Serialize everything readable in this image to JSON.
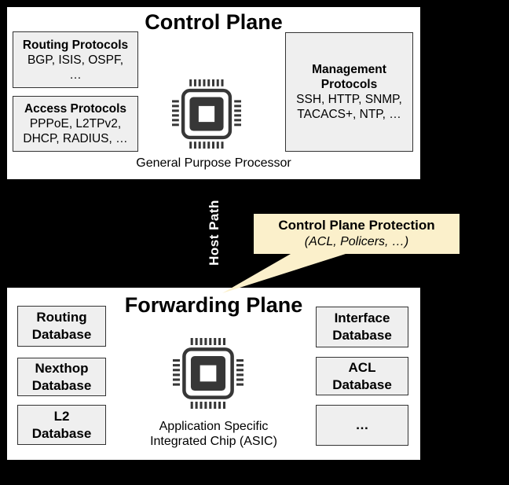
{
  "colors": {
    "background": "#000000",
    "plane_bg": "#ffffff",
    "box_bg": "#efefef",
    "box_border": "#333333",
    "chip": "#373737",
    "callout_bg": "#fbf0cb",
    "host_path_text": "#ffffff",
    "text": "#000000"
  },
  "control_plane": {
    "title": "Control Plane",
    "processor_label": "General Purpose Processor",
    "routing": {
      "title": "Routing Protocols",
      "line1": "BGP, ISIS, OSPF,",
      "line2": "…"
    },
    "access": {
      "title": "Access Protocols",
      "line1": "PPPoE, L2TPv2,",
      "line2": "DHCP, RADIUS, …"
    },
    "management": {
      "title_line1": "Management",
      "title_line2": "Protocols",
      "line1": "SSH, HTTP, SNMP,",
      "line2": "TACACS+, NTP, …"
    }
  },
  "host_path": {
    "label": "Host Path"
  },
  "callout": {
    "title": "Control Plane Protection",
    "subtitle": "(ACL, Policers, …)"
  },
  "forwarding_plane": {
    "title": "Forwarding Plane",
    "asic_label_line1": "Application Specific",
    "asic_label_line2": "Integrated Chip (ASIC)",
    "routing_db": {
      "line1": "Routing",
      "line2": "Database"
    },
    "nexthop_db": {
      "line1": "Nexthop",
      "line2": "Database"
    },
    "l2_db": {
      "line1": "L2",
      "line2": "Database"
    },
    "interface_db": {
      "line1": "Interface",
      "line2": "Database"
    },
    "acl_db": {
      "line1": "ACL",
      "line2": "Database"
    },
    "more_db": {
      "line1": "…"
    }
  }
}
